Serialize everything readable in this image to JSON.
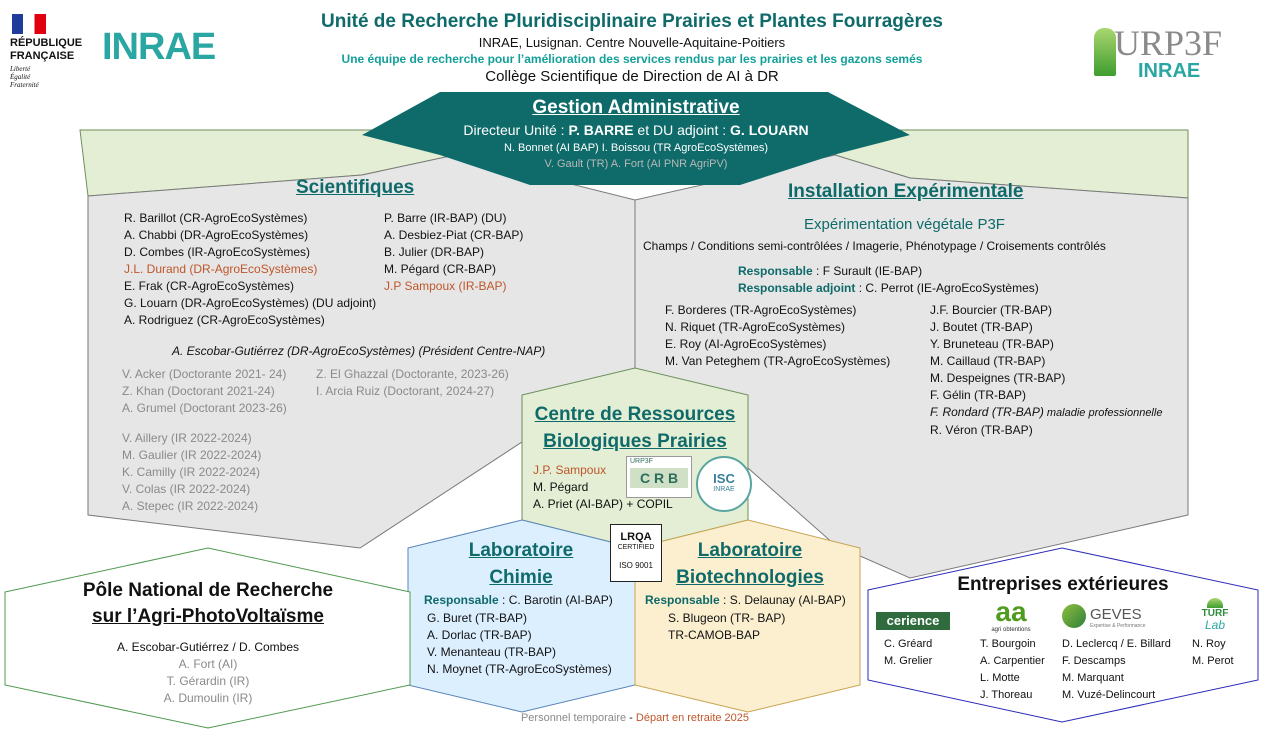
{
  "header": {
    "republique_line1": "RÉPUBLIQUE",
    "republique_line2": "FRANÇAISE",
    "motto": [
      "Liberté",
      "Égalité",
      "Fraternité"
    ],
    "inrae_logo": "INRAE",
    "title": "Unité de Recherche Pluridisciplinaire Prairies et Plantes Fourragères",
    "subtitle": "INRAE, Lusignan. Centre Nouvelle-Aquitaine-Poitiers",
    "tagline": "Une équipe de recherche pour l’amélioration des services rendus par les prairies et les gazons semés",
    "college": "Collège Scientifique de Direction de AI à DR",
    "urp3f_logo": "URP3F",
    "urp3f_inrae": "INRAE"
  },
  "gestion": {
    "title": "Gestion Administrative",
    "director_prefix": "Directeur Unité : ",
    "director": "P. BARRE",
    "director_mid": " et DU adjoint : ",
    "deputy": "G. LOUARN",
    "staff": "N. Bonnet (AI BAP)  I. Boissou (TR AgroEcoSystèmes)",
    "temp": "V. Gault (TR)  A. Fort (AI PNR AgriPV)"
  },
  "scientifiques": {
    "title": "Scientifiques",
    "col1": [
      {
        "text": "R. Barillot (CR-AgroEcoSystèmes)",
        "style": "normal"
      },
      {
        "text": "A. Chabbi (DR-AgroEcoSystèmes)",
        "style": "normal"
      },
      {
        "text": "D. Combes (IR-AgroEcoSystèmes)",
        "style": "normal"
      },
      {
        "text": "J.L. Durand (DR-AgroEcoSystèmes)",
        "style": "orange"
      },
      {
        "text": "E. Frak (CR-AgroEcoSystèmes)",
        "style": "normal"
      },
      {
        "text": "G. Louarn (DR-AgroEcoSystèmes) (DU adjoint)",
        "style": "normal"
      },
      {
        "text": "A. Rodriguez (CR-AgroEcoSystèmes)",
        "style": "normal"
      }
    ],
    "col2": [
      {
        "text": "P. Barre (IR-BAP) (DU)",
        "style": "normal"
      },
      {
        "text": "A. Desbiez-Piat (CR-BAP)",
        "style": "normal"
      },
      {
        "text": "B. Julier (DR-BAP)",
        "style": "normal"
      },
      {
        "text": "M. Pégard (CR-BAP)",
        "style": "normal"
      },
      {
        "text": "J.P Sampoux (IR-BAP)",
        "style": "orange"
      }
    ],
    "president": "A. Escobar-Gutiérrez (DR-AgroEcoSystèmes) (Président Centre-NAP)",
    "doctorants_col1": [
      "V. Acker (Doctorante 2021- 24)",
      "Z. Khan (Doctorant 2021-24)",
      "A. Grumel (Doctorant 2023-26)"
    ],
    "doctorants_col2": [
      "Z. El Ghazzal (Doctorante, 2023-26)",
      "I. Arcia Ruiz (Doctorant, 2024-27)"
    ],
    "ir": [
      "V. Aillery (IR 2022-2024)",
      "M. Gaulier (IR 2022-2024)",
      "K. Camilly (IR 2022-2024)",
      "V. Colas (IR 2022-2024)",
      "A. Stepec (IR 2022-2024)"
    ]
  },
  "installation": {
    "title": "Installation Expérimentale",
    "subtitle": "Expérimentation végétale P3F",
    "description": "Champs / Conditions semi-contrôlées / Imagerie, Phénotypage / Croisements contrôlés",
    "resp_label": "Responsable",
    "resp_value": " : F Surault (IE-BAP)",
    "resp_adj_label": "Responsable adjoint",
    "resp_adj_value": " : C. Perrot (IE-AgroEcoSystèmes)",
    "col1": [
      "F. Borderes (TR-AgroEcoSystèmes)",
      "N. Riquet (TR-AgroEcoSystèmes)",
      "E. Roy (AI-AgroEcoSystèmes)",
      "M. Van Peteghem (TR-AgroEcoSystèmes)"
    ],
    "col2": [
      "J.F. Bourcier (TR-BAP)",
      "J. Boutet (TR-BAP)",
      "Y. Bruneteau (TR-BAP)",
      "M. Caillaud (TR-BAP)",
      "M. Despeignes (TR-BAP)",
      "F. Gélin (TR-BAP)"
    ],
    "rondard": "F. Rondard (TR-BAP)",
    "rondard_note": " maladie professionnelle",
    "veron": "R. Véron (TR-BAP)"
  },
  "crb": {
    "title_line1": "Centre de Ressources",
    "title_line2": "Biologiques Prairies",
    "members": [
      {
        "text": "J.P. Sampoux",
        "style": "orange"
      },
      {
        "text": "M. Pégard",
        "style": "normal"
      },
      {
        "text": "A. Priet (AI-BAP) + COPIL",
        "style": "normal"
      }
    ],
    "crb_logo": "C R B",
    "crb_logo_top": "URP3F",
    "isc_logo": "ISC",
    "isc_logo_sub": "INRAE"
  },
  "lrqa": {
    "line1": "LRQA",
    "line2": "CERTIFIED",
    "line3": "ISO 9001"
  },
  "chimie": {
    "title_line1": "Laboratoire",
    "title_line2": "Chimie",
    "resp_label": "Responsable",
    "resp_value": " : C. Barotin (AI-BAP)",
    "members": [
      "G. Buret (TR-BAP)",
      "A. Dorlac (TR-BAP)",
      "V. Menanteau (TR-BAP)",
      "N. Moynet (TR-AgroEcoSystèmes)"
    ]
  },
  "biotech": {
    "title_line1": "Laboratoire",
    "title_line2": "Biotechnologies",
    "resp_label": "Responsable",
    "resp_value": " : S. Delaunay (AI-BAP)",
    "members": [
      "S. Blugeon (TR- BAP)",
      "TR-CAMOB-BAP"
    ]
  },
  "pole": {
    "title_line1": "Pôle National de Recherche",
    "title_line2": "sur l’Agri-PhotoVoltaïsme",
    "lead": "A. Escobar-Gutiérrez / D. Combes",
    "temp": [
      "A. Fort (AI)",
      "T. Gérardin (IR)",
      "A. Dumoulin (IR)"
    ]
  },
  "entreprises": {
    "title": "Entreprises extérieures",
    "cerience": {
      "logo": "cerience",
      "members": [
        "C. Gréard",
        "M. Grelier"
      ]
    },
    "agri": {
      "logo": "aa",
      "logo_sub": "agri obtentions",
      "members": [
        "T. Bourgoin",
        "A. Carpentier",
        "L. Motte",
        "J. Thoreau"
      ]
    },
    "geves": {
      "logo": "GEVES",
      "logo_sub": "Expertise & Performance",
      "members": [
        "D. Leclercq / E. Billard",
        "F. Descamps",
        "M. Marquant",
        "M. Vuzé-Delincourt"
      ]
    },
    "turf": {
      "logo": "TURF",
      "logo_sub": "Lab",
      "members": [
        "N. Roy",
        "M. Perot"
      ]
    }
  },
  "legend": {
    "temp": "Personnel temporaire",
    "sep": " - ",
    "retire": "Départ en retraite 2025"
  },
  "colors": {
    "teal": "#0f6a6a",
    "orange": "#c0562a",
    "grey": "#8a8a8a",
    "green_fill": "#e3eed4",
    "grey_fill": "#e6e6e6",
    "blue_fill": "#dcefff",
    "yellow_fill": "#fbefcf",
    "blue_border": "#2a2ab8"
  }
}
